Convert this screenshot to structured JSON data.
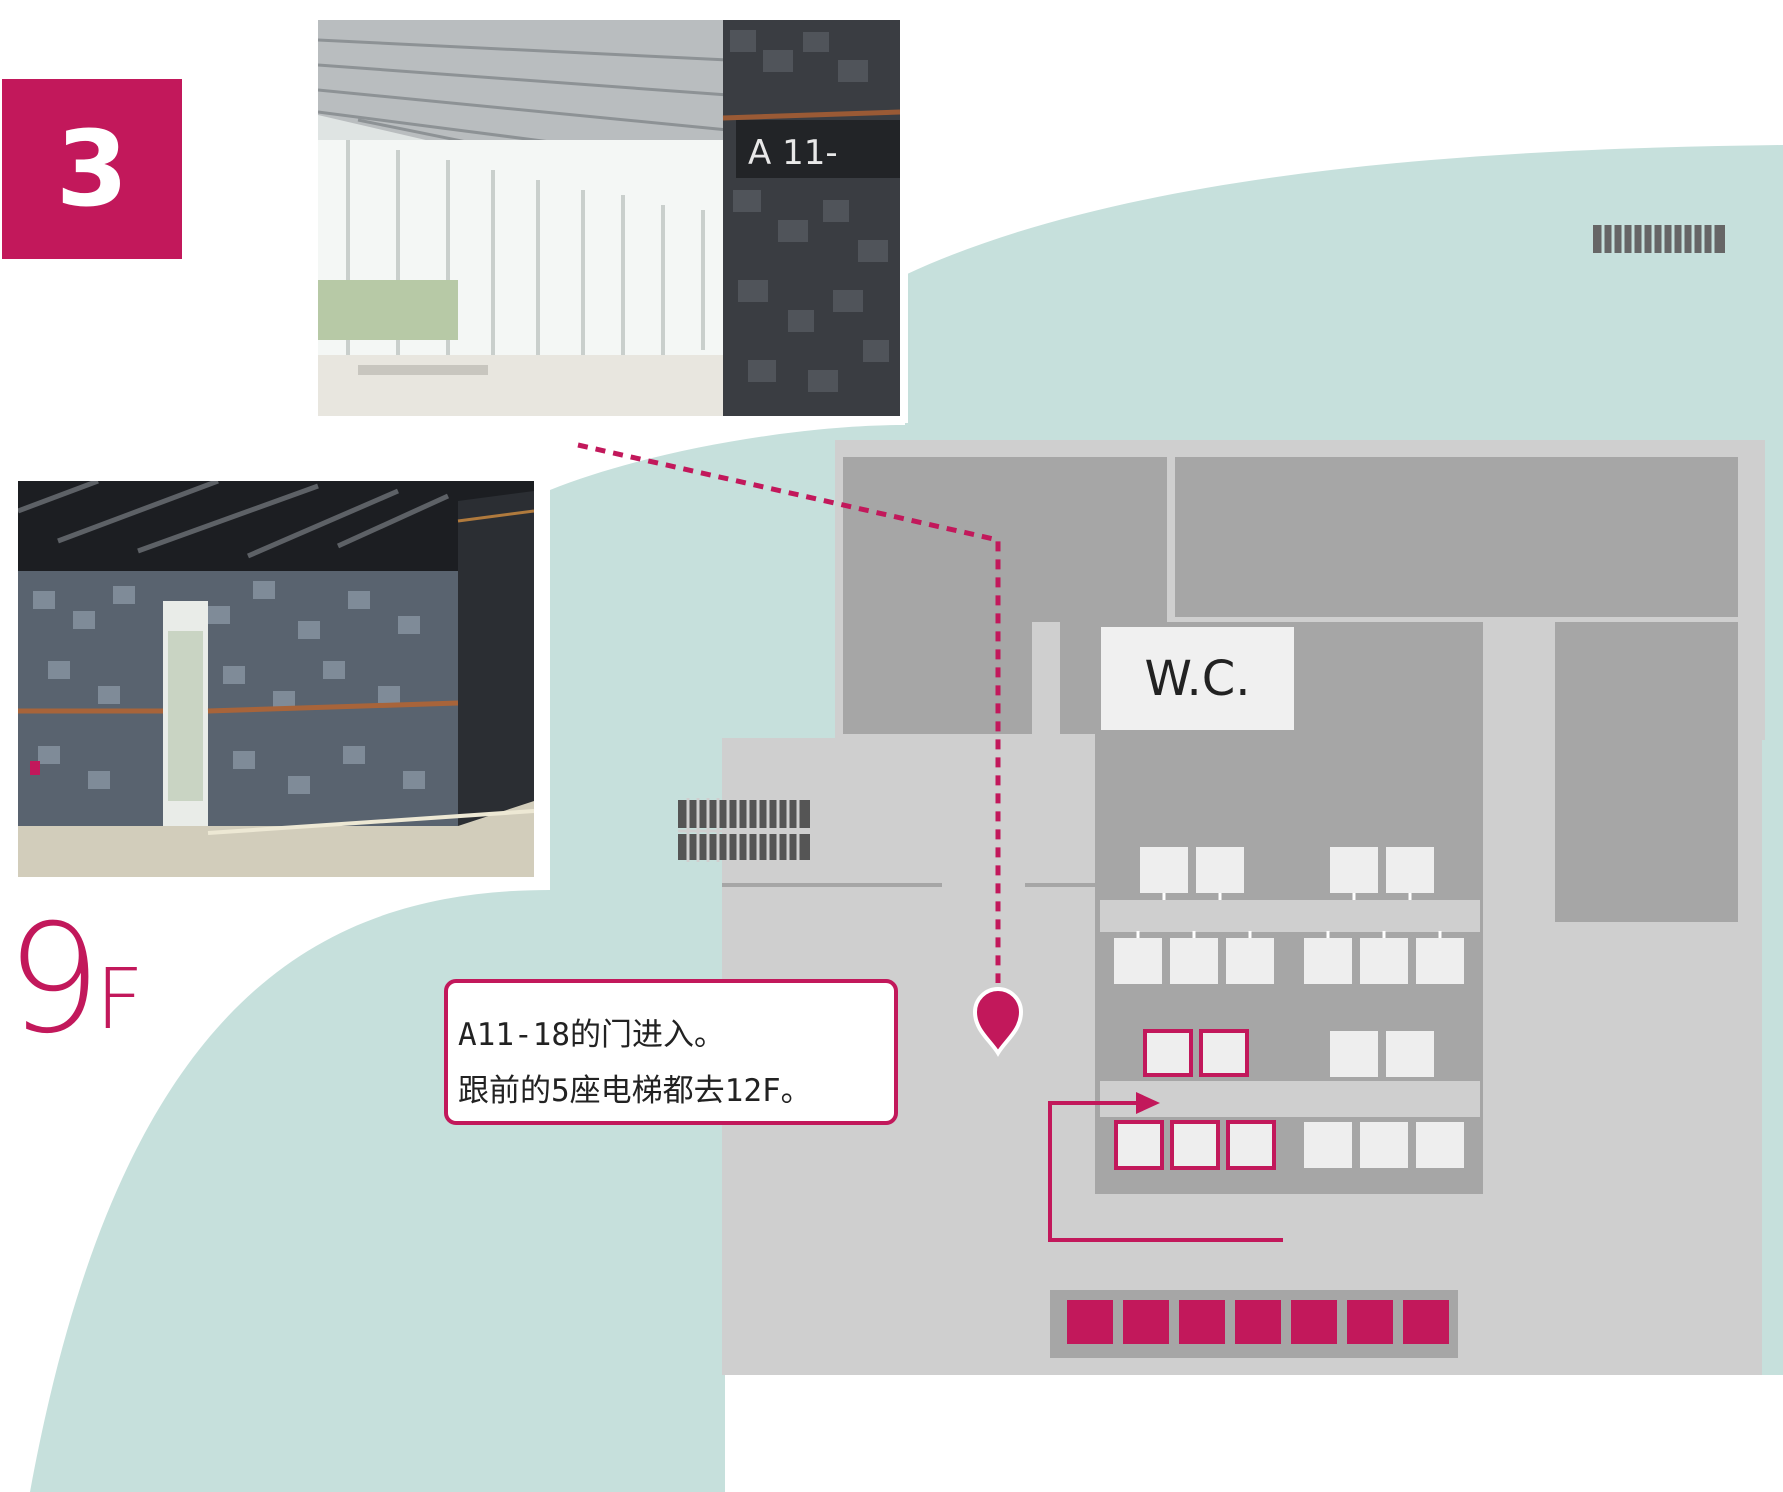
{
  "step": {
    "number": "3"
  },
  "floor": {
    "number": "9",
    "suffix": "F"
  },
  "photos": {
    "top": {
      "sign_text": "A 11-"
    },
    "left": {}
  },
  "map": {
    "wc_label": "W.C."
  },
  "callout": {
    "line1": "A11-18的门进入。",
    "line2": "跟前的5座电梯都去12F。"
  },
  "colors": {
    "accent": "#c2185b",
    "teal_ground": "#c6e0dc",
    "building_light": "#cfcfcf",
    "building_dark": "#a6a6a6",
    "wc_bg": "#f0f0f0"
  },
  "icons": {
    "location_pin": "map-pin-icon",
    "route_arrow": "arrow-right-icon"
  }
}
